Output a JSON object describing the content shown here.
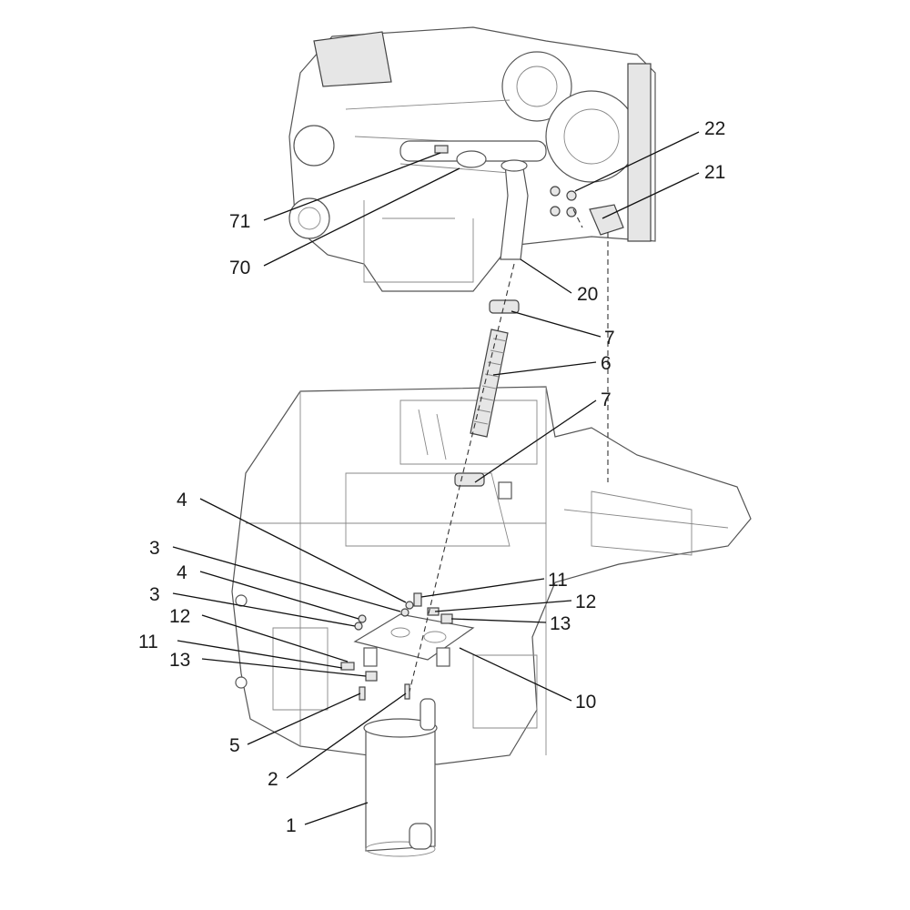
{
  "diagram": {
    "title": "Exhaust system exploded view",
    "callouts": [
      {
        "id": "c22",
        "text": "22"
      },
      {
        "id": "c21",
        "text": "21"
      },
      {
        "id": "c71",
        "text": "71"
      },
      {
        "id": "c70",
        "text": "70"
      },
      {
        "id": "c20",
        "text": "20"
      },
      {
        "id": "c7a",
        "text": "7"
      },
      {
        "id": "c6",
        "text": "6"
      },
      {
        "id": "c7b",
        "text": "7"
      },
      {
        "id": "c4a",
        "text": "4"
      },
      {
        "id": "c3a",
        "text": "3"
      },
      {
        "id": "c4b",
        "text": "4"
      },
      {
        "id": "c3b",
        "text": "3"
      },
      {
        "id": "c12a",
        "text": "12"
      },
      {
        "id": "c11a",
        "text": "11"
      },
      {
        "id": "c13a",
        "text": "13"
      },
      {
        "id": "c11b",
        "text": "11"
      },
      {
        "id": "c12b",
        "text": "12"
      },
      {
        "id": "c13b",
        "text": "13"
      },
      {
        "id": "c10",
        "text": "10"
      },
      {
        "id": "c5",
        "text": "5"
      },
      {
        "id": "c2",
        "text": "2"
      },
      {
        "id": "c1",
        "text": "1"
      }
    ]
  }
}
